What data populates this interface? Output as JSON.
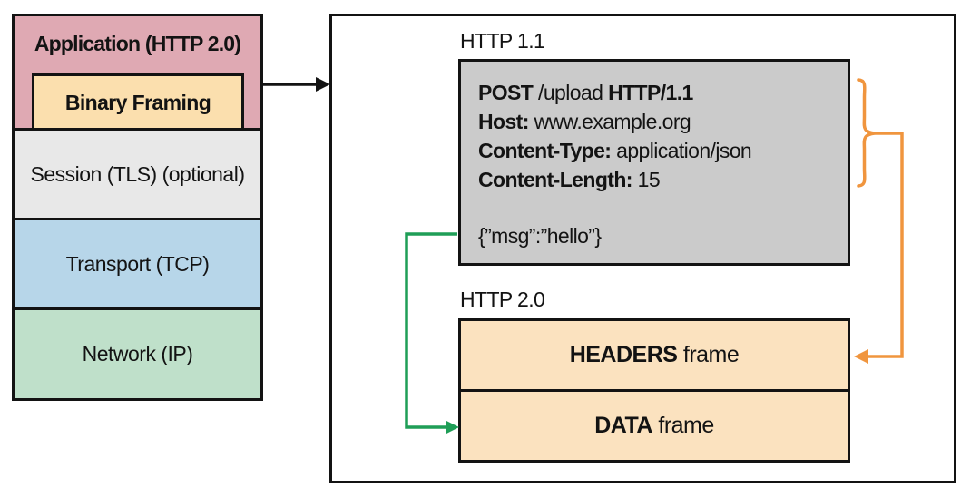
{
  "stack": {
    "application_label": "Application (HTTP 2.0)",
    "binary_framing_label": "Binary Framing",
    "session_label": "Session (TLS) (optional)",
    "transport_label": "Transport (TCP)",
    "network_label": "Network (IP)"
  },
  "panel": {
    "http11_label": "HTTP 1.1",
    "http20_label": "HTTP 2.0",
    "request": {
      "line1": {
        "method": "POST",
        "path": " /upload ",
        "version": "HTTP/1.1"
      },
      "line2": {
        "key": "Host:",
        "value": " www.example.org"
      },
      "line3": {
        "key": "Content-Type:",
        "value": " application/json"
      },
      "line4": {
        "key": "Content-Length:",
        "value": " 15"
      },
      "body": "{”msg”:”hello”}"
    },
    "frames": {
      "headers": {
        "name": "HEADERS",
        "suffix": " frame"
      },
      "data": {
        "name": "DATA",
        "suffix": " frame"
      }
    }
  },
  "colors": {
    "application_pink": "#dfa9b3",
    "binary_framing_tan": "#fbdfae",
    "session_gray": "#e8e8e8",
    "transport_blue": "#b7d6e9",
    "network_green": "#bfe0ca",
    "request_box_gray": "#cbcbcb",
    "frame_tan": "#fbe2bf",
    "outline_black": "#131313",
    "headers_connector_orange": "#f0953e",
    "data_connector_green": "#1f9e57"
  }
}
